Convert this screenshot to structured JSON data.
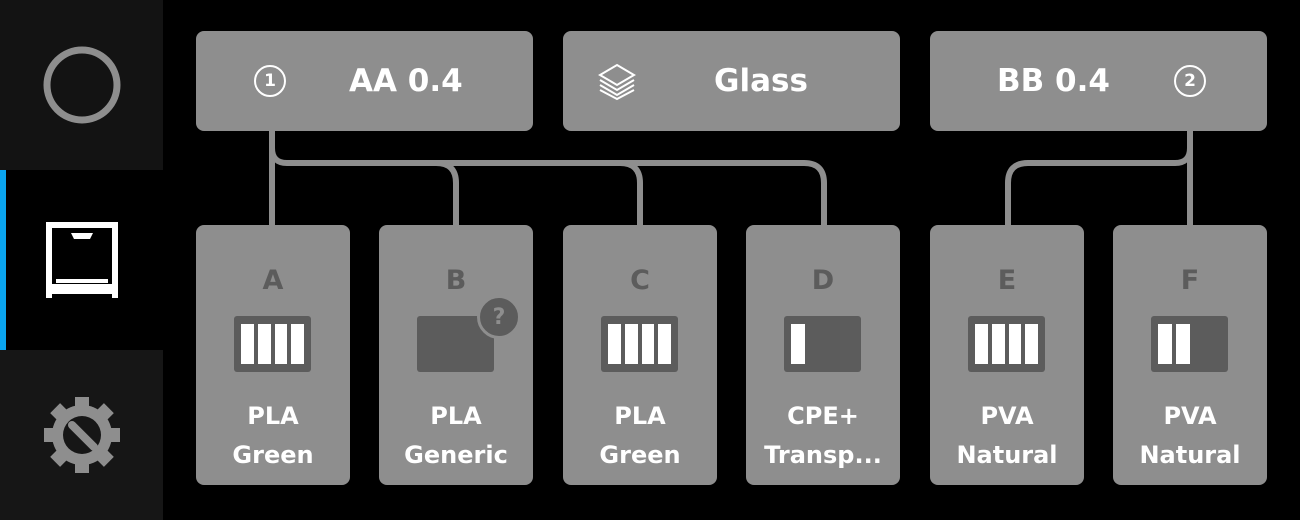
{
  "sidebar": {
    "items": [
      {
        "name": "status",
        "icon": "circle-icon"
      },
      {
        "name": "printer",
        "icon": "printer-icon",
        "active": true
      },
      {
        "name": "maintenance",
        "icon": "gear-wrench-icon"
      }
    ]
  },
  "extruders": [
    {
      "label": "AA 0.4",
      "number": "1"
    },
    {
      "label": "BB 0.4",
      "number": "2"
    }
  ],
  "buildplate": {
    "label": "Glass",
    "icon": "layers-icon"
  },
  "accent": "#0aa5f0",
  "slots": [
    {
      "letter": "A",
      "material": "PLA",
      "color": "Green",
      "fill": 4,
      "extruder": 1
    },
    {
      "letter": "B",
      "material": "PLA",
      "color": "Generic",
      "fill": 0,
      "unknown": true,
      "unknown_glyph": "?",
      "extruder": 1
    },
    {
      "letter": "C",
      "material": "PLA",
      "color": "Green",
      "fill": 4,
      "extruder": 1
    },
    {
      "letter": "D",
      "material": "CPE+",
      "color": "Transp...",
      "fill": 1,
      "extruder": 1
    },
    {
      "letter": "E",
      "material": "PVA",
      "color": "Natural",
      "fill": 4,
      "extruder": 2
    },
    {
      "letter": "F",
      "material": "PVA",
      "color": "Natural",
      "fill": 2,
      "extruder": 2
    }
  ]
}
